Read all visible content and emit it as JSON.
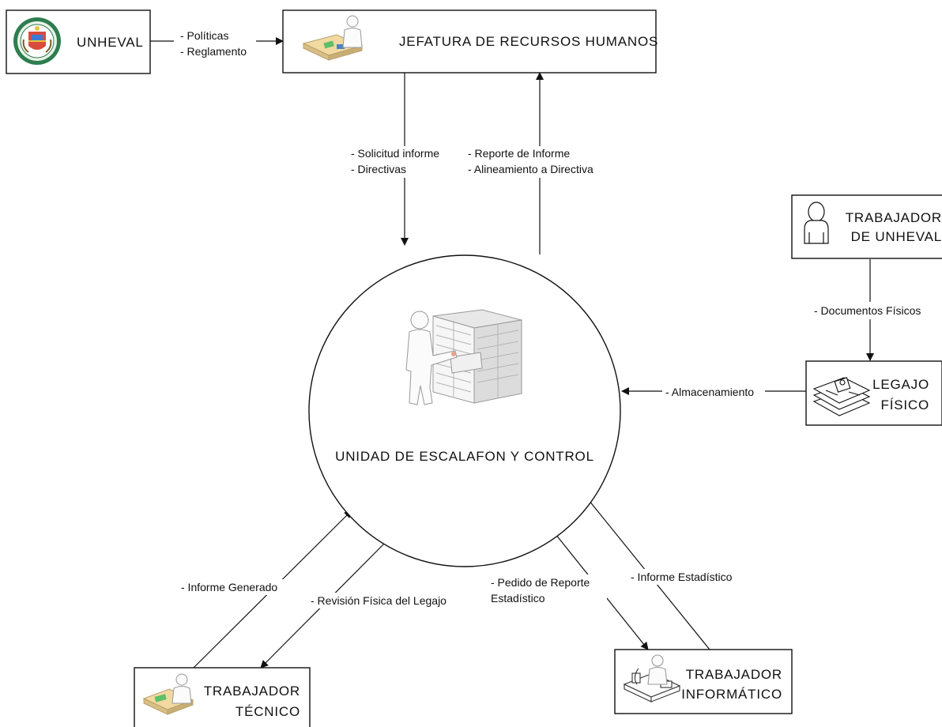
{
  "nodes": {
    "unheval": {
      "label": "UNHEVAL",
      "icon": "university-seal-icon"
    },
    "jefatura": {
      "label": "JEFATURA DE RECURSOS HUMANOS",
      "icon": "office-worker-desk-icon"
    },
    "center": {
      "label": "UNIDAD DE ESCALAFON Y CONTROL",
      "icon": "person-filing-cabinet-icon"
    },
    "trabajador_unheval": {
      "line1": "TRABAJADOR",
      "line2": "DE UNHEVAL",
      "icon": "person-user-icon"
    },
    "legajo": {
      "line1": "LEGAJO",
      "line2": "FÍSICO",
      "icon": "document-stack-icon"
    },
    "tecnico": {
      "line1": "TRABAJADOR",
      "line2": "TÉCNICO",
      "icon": "worker-desk-icon"
    },
    "informatico": {
      "line1": "TRABAJADOR",
      "line2": "INFORMÁTICO",
      "icon": "computer-workstation-icon"
    }
  },
  "edges": {
    "unheval_to_jefatura": {
      "line1": "- Políticas",
      "line2": "- Reglamento"
    },
    "jefatura_to_center": {
      "line1": "- Solicitud informe",
      "line2": "- Directivas"
    },
    "center_to_jefatura": {
      "line1": "- Reporte de Informe",
      "line2": "- Alineamiento a Directiva"
    },
    "trabajador_to_legajo": {
      "line1": "- Documentos Físicos"
    },
    "legajo_to_center": {
      "line1": "- Almacenamiento"
    },
    "tecnico_to_center": {
      "line1": "- Informe Generado"
    },
    "center_to_tecnico": {
      "line1": "- Revisión Física del Legajo"
    },
    "center_to_informatico": {
      "line1": "- Pedido de Reporte",
      "line2": "Estadístico"
    },
    "informatico_to_center": {
      "line1": "- Informe Estadístico"
    }
  }
}
